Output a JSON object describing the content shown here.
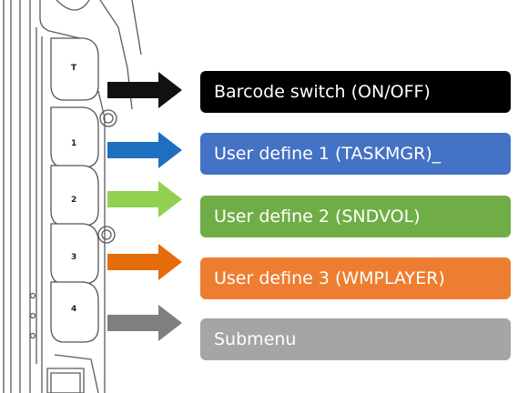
{
  "keys": [
    {
      "label": "T"
    },
    {
      "label": "1"
    },
    {
      "label": "2"
    },
    {
      "label": "3"
    },
    {
      "label": "4"
    }
  ],
  "functions": [
    {
      "label": "Barcode switch (ON/OFF)",
      "box_color": "#000000",
      "arrow_color": "#111111"
    },
    {
      "label": "User define 1 (TASKMGR)_",
      "box_color": "#4472c4",
      "arrow_color": "#1f6fc0"
    },
    {
      "label": "User define 2 (SNDVOL)",
      "box_color": "#70ad47",
      "arrow_color": "#92d050"
    },
    {
      "label": "User define 3 (WMPLAYER)",
      "box_color": "#ed7d31",
      "arrow_color": "#e46c0a"
    },
    {
      "label": "Submenu",
      "box_color": "#a5a5a5",
      "arrow_color": "#7f7f7f"
    }
  ]
}
